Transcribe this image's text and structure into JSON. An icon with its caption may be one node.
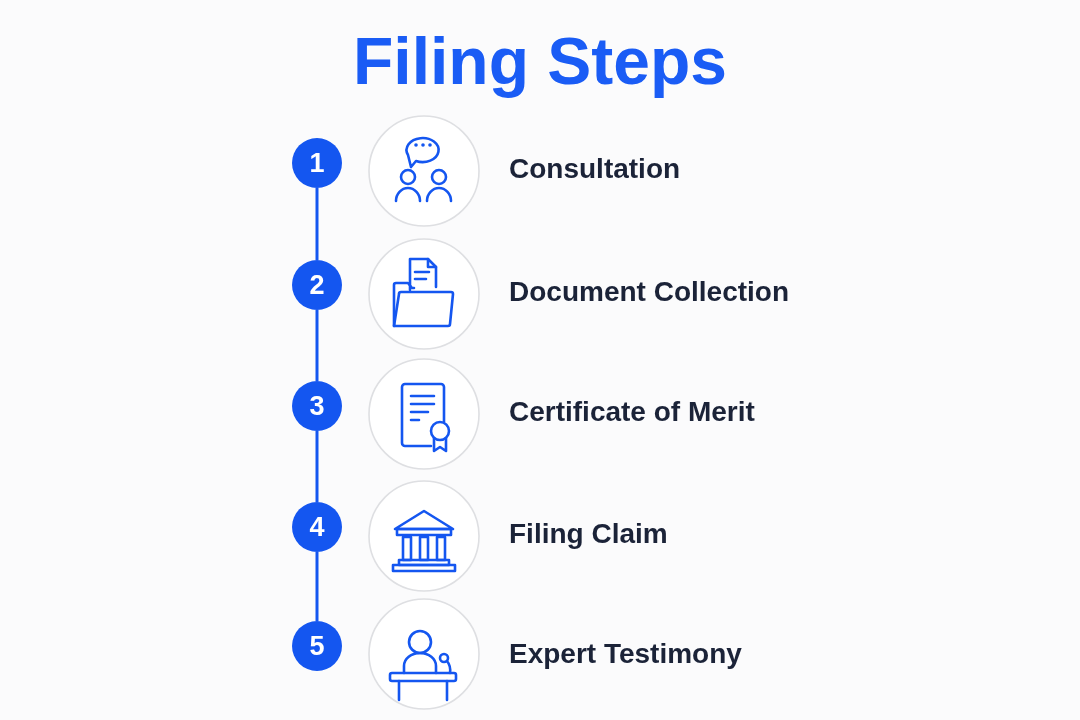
{
  "diagram": {
    "title": "Filing Steps",
    "nodes": [
      {
        "text": [
          "1"
        ]
      },
      {
        "text": [],
        "shape": "picture",
        "beside": [
          "Consultation"
        ]
      },
      {
        "text": [
          "2"
        ]
      },
      {
        "text": [],
        "shape": "picture",
        "beside": [
          "Document Collection"
        ]
      },
      {
        "text": [
          "3"
        ]
      },
      {
        "text": [],
        "shape": "picture",
        "beside": [
          "Certificate of Merit"
        ]
      },
      {
        "text": [
          "4"
        ]
      },
      {
        "text": [],
        "shape": "picture",
        "beside": [
          "Filing Claim"
        ]
      },
      {
        "text": [
          "5"
        ]
      },
      {
        "text": [],
        "shape": "picture",
        "beside": [
          "Expert Testimony"
        ]
      }
    ],
    "edges": [
      {
        "from": 0,
        "to": 2,
        "arrow": "none"
      },
      {
        "from": 2,
        "to": 4,
        "arrow": "none"
      },
      {
        "from": 4,
        "to": 6,
        "arrow": "none"
      },
      {
        "from": 6,
        "to": 8,
        "arrow": "none"
      }
    ]
  }
}
